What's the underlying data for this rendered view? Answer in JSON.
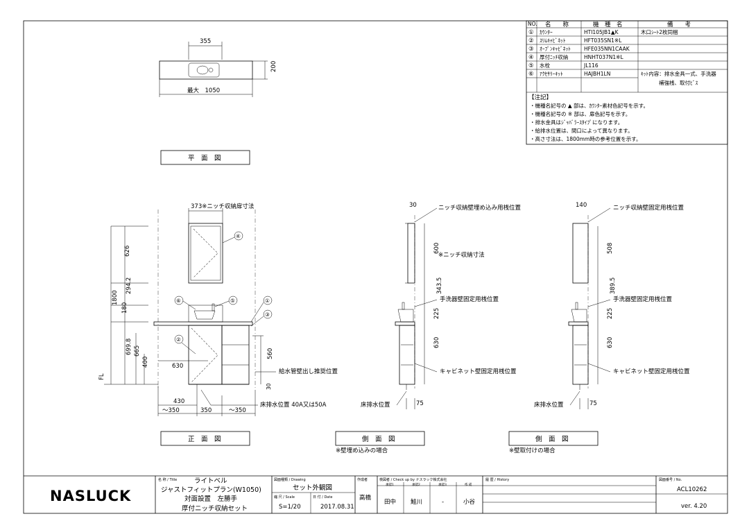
{
  "parts_table": {
    "headers": [
      "NO.",
      "名　　称",
      "機　種　名",
      "備　　考"
    ],
    "rows": [
      {
        "no": "①",
        "name": "ｶｳﾝﾀｰ",
        "model": "HTI105JB1▲K",
        "note": "木口ｼｰﾄ2枚同梱"
      },
      {
        "no": "②",
        "name": "ｽﾘﾑｷｬﾋﾞﾈｯﾄ",
        "model": "HFT035SN1※L",
        "note": ""
      },
      {
        "no": "③",
        "name": "ｵｰﾌﾟﾝｷｬﾋﾞﾈｯﾄ",
        "model": "HFE035NN1CAAK",
        "note": ""
      },
      {
        "no": "④",
        "name": "厚付ﾆｯﾁ収納",
        "model": "HNHT037N1※L",
        "note": ""
      },
      {
        "no": "⑤",
        "name": "水栓",
        "model": "JL116",
        "note": ""
      },
      {
        "no": "⑥",
        "name": "ｱｸｾｻﾘｰｷｯﾄ",
        "model": "HAJBH1LN",
        "note": "ｷｯﾄ内容：排水金具一式、手洗器",
        "note2": "補強桟、取付ﾋﾞｽ"
      }
    ],
    "notes_title": "【注記】",
    "notes": [
      "・機種名記号の ▲ 部は、ｶｳﾝﾀｰ素材色記号を示す。",
      "・機種名記号の ※ 部は、扉色記号を示す。",
      "・排水金具はｼﾞｬﾊﾞﾗｰｽﾀｲﾌﾟになります。",
      "・給排水位置は、間口によって異なります。",
      "・高さ寸法は、1800mm時の参考位置を示す。"
    ]
  },
  "plan_view": {
    "dim_top": "355",
    "dim_side": "200",
    "dim_width": "最大　1050",
    "label": "平　面　図"
  },
  "front_view": {
    "dim_niche": "373※ニッチ収納扉寸法",
    "dims_left": [
      "626",
      "294.2",
      "1800",
      "180",
      "699.8",
      "665",
      "400"
    ],
    "dim_630": "630",
    "dim_560": "560",
    "dim_30": "30",
    "supply_note": "給水管壁出し推奨位置",
    "floor_mark": "FL",
    "bottom_dims": [
      "430",
      "～350",
      "350",
      "～350"
    ],
    "drain_note": "床排水位置 40A又は50A",
    "balloons": [
      "①",
      "②",
      "③",
      "④",
      "⑤",
      "⑥"
    ],
    "label": "正　面　図"
  },
  "side_view_a": {
    "dim_top": "30",
    "note_top": "ニッチ収納壁埋め込み用桟位置",
    "dim_600": "600",
    "note_600": "※ニッチ収納寸法",
    "dim_343": "343.5",
    "note_bowl": "手洗器壁固定用桟位置",
    "dim_225": "225",
    "dim_630": "630",
    "note_cab": "キャビネット壁固定用桟位置",
    "drain": "床排水位置",
    "dim_75": "75",
    "label": "側　面　図",
    "sub": "※壁埋め込みの場合"
  },
  "side_view_b": {
    "dim_top": "140",
    "note_top": "ニッチ収納壁固定用桟位置",
    "dim_508": "508",
    "dim_389": "389.5",
    "note_bowl": "手洗器壁固定用桟位置",
    "dim_225": "225",
    "dim_630": "630",
    "note_cab": "キャビネット壁固定用桟位置",
    "drain": "床排水位置",
    "dim_75": "75",
    "label": "側　面　図",
    "sub": "※壁取付けの場合"
  },
  "title_block": {
    "logo": "NASLUCK",
    "title_caption": "名 称 / Title",
    "title_lines": [
      "ライトベル",
      "ジャストフィットプラン(W1050)",
      "対面設置　左勝手",
      "厚付ニッチ収納セット"
    ],
    "drawing_caption": "図面種類 / Drawing",
    "drawing": "セット外観図",
    "scale_caption": "縮 尺 / Scale",
    "scale": "S=1/20",
    "date_caption": "日 付 / Date",
    "date": "2017.08.31",
    "drawn_caption": "作成者",
    "drawn": "高橋",
    "check_caption": "検図者 / Check up by ナスラック株式会社",
    "check_heads": [
      "承認1",
      "承認2",
      "承認3",
      "作 成"
    ],
    "check_names": [
      "田中",
      "鮭川",
      "-",
      "小谷"
    ],
    "history_caption": "履 歴 / History",
    "no_caption": "図面番号 / No.",
    "drawing_no": "ACL10262",
    "version": "ver. 4.20"
  }
}
